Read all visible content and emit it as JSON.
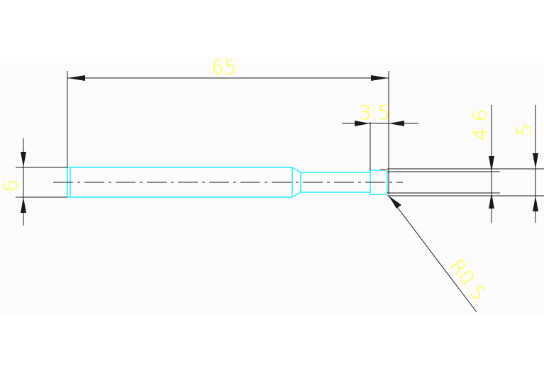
{
  "drawing": {
    "colors": {
      "page_background": "#ffffff",
      "canvas_background": "#fcfcfc",
      "geometry_line": "#00e5ff",
      "center_line": "#1a1a1a",
      "dimension_line": "#1a1a1a",
      "dimension_text": "#ffff3a",
      "accent_mark": "#ff2a2a"
    },
    "dimensions": {
      "overall_length": "65",
      "step_length": "3.5",
      "shank_diameter": "6",
      "neck_diameter": "4.6",
      "tip_diameter": "5",
      "corner_radius": "R0.5"
    }
  }
}
